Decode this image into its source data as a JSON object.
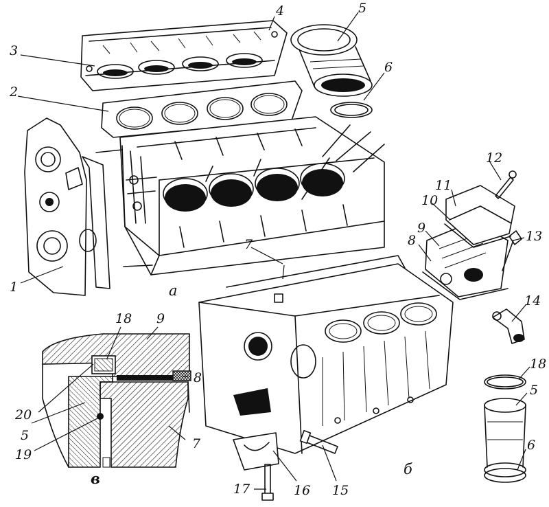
{
  "labels": {
    "n1": "1",
    "n2": "2",
    "n3": "3",
    "n4": "4",
    "n5a": "5",
    "n6a": "6",
    "n7a": "7",
    "n8a": "8",
    "n9a": "9",
    "n10": "10",
    "n11": "11",
    "n12": "12",
    "n13": "13",
    "n14": "14",
    "n15": "15",
    "n16": "16",
    "n17": "17",
    "n18c": "18",
    "n5c": "5",
    "n6c": "6",
    "n18b": "18",
    "n9b": "9",
    "n8b": "8",
    "n20": "20",
    "n5b": "5",
    "n19": "19",
    "n7b": "7"
  },
  "views": {
    "a": "а",
    "b": "б",
    "v": "в"
  }
}
